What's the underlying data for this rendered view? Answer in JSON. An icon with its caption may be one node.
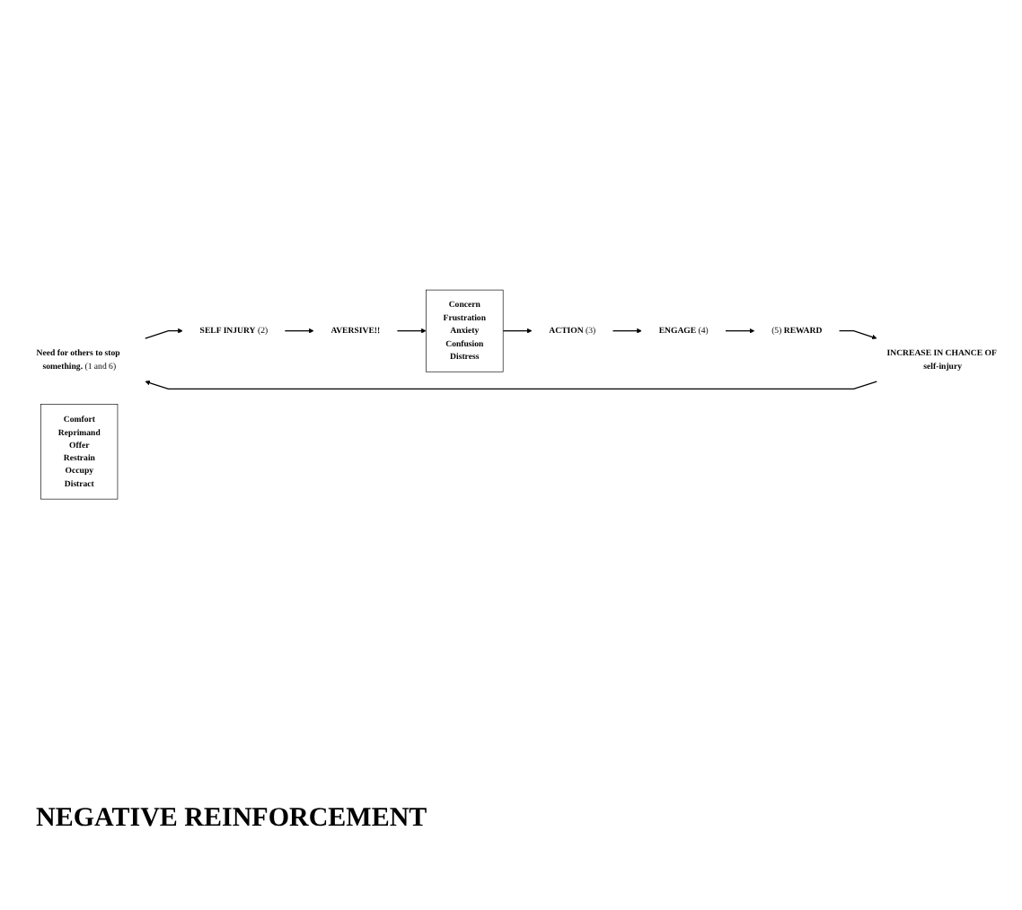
{
  "diagram": {
    "nodes": [
      {
        "text": [
          "**Need for others to stop something.** (1 and 6)"
        ]
      },
      {
        "text": [
          "**SELF INJURY** (2)"
        ]
      },
      {
        "text": [
          "AVERSIVE!!"
        ]
      },
      {
        "text": [
          "Concern",
          "Frustration",
          "Anxiety",
          "Confusion",
          "Distress"
        ]
      },
      {
        "text": [
          "**ACTION** (3)"
        ]
      },
      {
        "text": [
          "**ENGAGE** (4)"
        ]
      },
      {
        "text": [
          "Comfort",
          "Reprimand",
          "Offer",
          "Restrain",
          "Occupy",
          "Distract"
        ]
      },
      {
        "text": [
          "(5) **REWARD**"
        ]
      },
      {
        "text": [
          "INCREASE IN CHANCE OF self-injury"
        ]
      }
    ],
    "edges": [
      {
        "from": 0,
        "to": 1,
        "arrow": "to"
      },
      {
        "from": 1,
        "to": 2,
        "arrow": "to"
      },
      {
        "from": 2,
        "to": 3,
        "arrow": "to"
      },
      {
        "from": 3,
        "to": 4,
        "arrow": "to"
      },
      {
        "from": 4,
        "to": 5,
        "arrow": "to"
      },
      {
        "from": 5,
        "to": 7,
        "arrow": "to"
      },
      {
        "from": 7,
        "to": 8,
        "arrow": "to"
      },
      {
        "from": 8,
        "to": 0,
        "arrow": "to"
      }
    ],
    "labels": [
      "NEGATIVE REINFORCEMENT"
    ]
  }
}
